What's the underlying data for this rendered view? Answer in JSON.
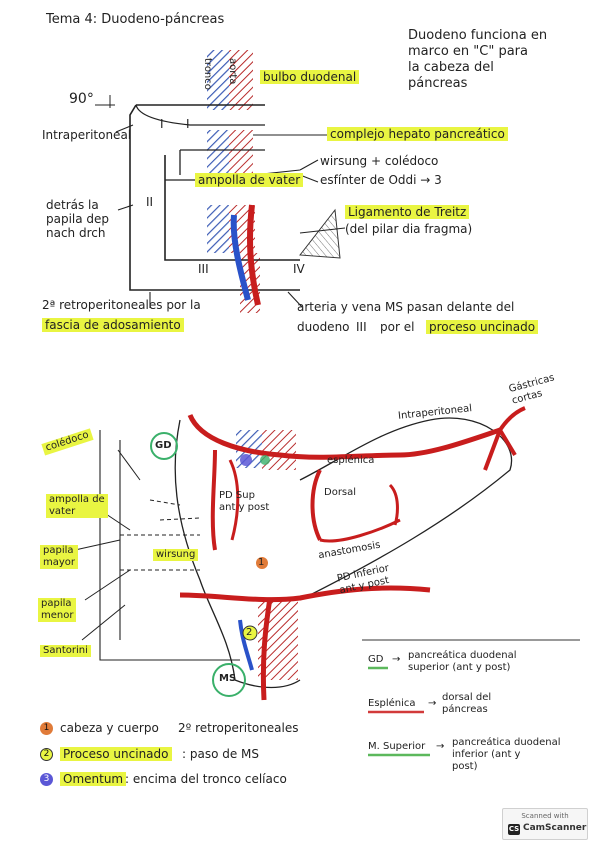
{
  "title": "Tema 4: Duodeno-páncreas",
  "top_note": "Duodeno funciona en\nmarco en \"C\" para\nla cabeza del\npáncreas",
  "angle": "90°",
  "vessel_tronco": "tronco",
  "vessel_aorta": "aorta",
  "labels": {
    "bulbo": "bulbo duodenal",
    "complejo": "complejo hepato pancreático",
    "wirsung_coledoco": "wirsung + colédoco",
    "esfinter": "esfínter de Oddi → 3",
    "ampolla": "ampolla de vater",
    "treitz": "Ligamento de Treitz",
    "treitz_2": "(del pilar dia fragma)",
    "intraperitoneal_top": "Intraperitoneal",
    "detras": "detrás la\npapila dep\nnach drch",
    "retro_a": "2ª retroperitoneales por la",
    "retro_b": "fascia de adosamiento",
    "arteria_a": "arteria y vena MS pasan delante del",
    "arteria_b": "duodeno",
    "arteria_b2": "III",
    "arteria_b3": "por el",
    "arteria_b4": "proceso uncinado"
  },
  "segments": [
    "I",
    "II",
    "III",
    "IV"
  ],
  "diagram2": {
    "coledoco": "colédoco",
    "gd": "GD",
    "ampolla": "ampolla de\nvater",
    "papila_mayor": "papila\nmayor",
    "wirsung": "wirsung",
    "papila_menor": "papila\nmenor",
    "santorini": "Santorini",
    "pd_sup": "PD Sup\nant y post",
    "dorsal": "Dorsal",
    "esplenica": "esplénica",
    "intraperitoneal": "Intraperitoneal",
    "gastricas": "Gástricas\ncortas",
    "anastomosis": "anastomosis",
    "pd_inf": "PD inferior\nant y post",
    "ms": "MS",
    "num1": "1",
    "num2": "2"
  },
  "legend": [
    {
      "key": "GD",
      "arrow": "→",
      "text": "pancreática duodenal\nsuperior (ant y post)",
      "underline": "#5cb85c"
    },
    {
      "key": "Esplénica",
      "arrow": "→",
      "text": "dorsal del\npáncreas",
      "underline": "#d23a3a"
    },
    {
      "key": "M. Superior",
      "arrow": "→",
      "text": "pancreática duodenal\ninferior (ant y\npost)",
      "underline": "#5cb85c"
    }
  ],
  "notes": [
    {
      "num": "1",
      "color": "#e07b39",
      "label": "cabeza y cuerpo",
      "rest": "2º retroperitoneales",
      "hl": false
    },
    {
      "num": "2",
      "color": "#e9f542",
      "label": "Proceso uncinado",
      "rest": ": paso de MS",
      "hl": true
    },
    {
      "num": "3",
      "color": "#5b57d6",
      "label": "Omentum",
      "rest": ": encima del tronco celíaco",
      "hl": true
    }
  ],
  "stamp": {
    "line1": "Scanned with",
    "line2": "CamScanner",
    "logo": "CS"
  }
}
